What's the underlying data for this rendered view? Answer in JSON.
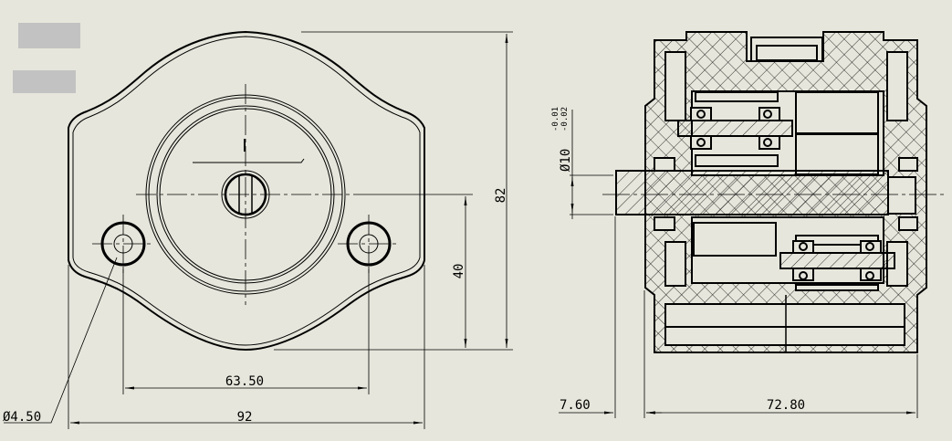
{
  "drawing": {
    "front_view": {
      "dimensions": {
        "height_overall": "82",
        "height_center_to_bottom": "40",
        "hole_spacing": "63.50",
        "width_overall": "92",
        "hole_diameter": "Ø4.50"
      }
    },
    "section_view": {
      "dimensions": {
        "shaft_diameter": "Ø10",
        "shaft_tol_upper": "-0.01",
        "shaft_tol_lower": "-0.02",
        "shaft_protrusion": "7.60",
        "body_length": "72.80"
      }
    }
  },
  "colors": {
    "background": "#E6E6DC",
    "line": "#000000",
    "redaction": "#C2C2C2"
  }
}
